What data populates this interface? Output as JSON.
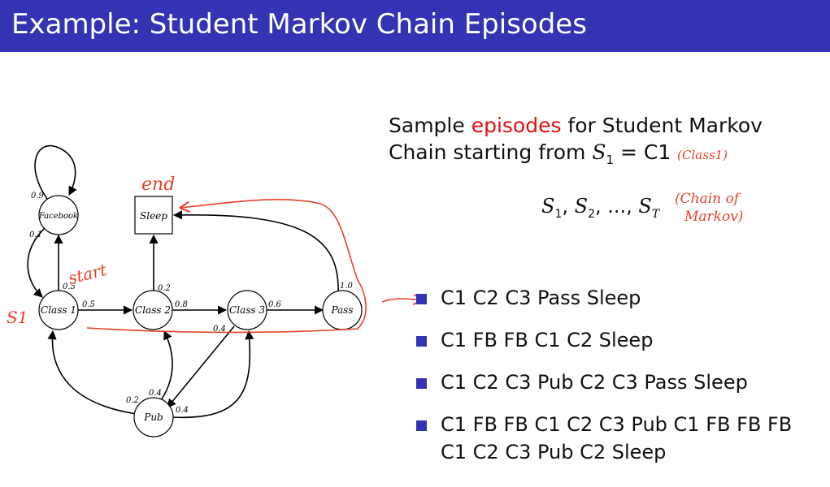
{
  "title": "Example: Student Markov Chain Episodes",
  "diagram": {
    "nodes": {
      "facebook": "Facebook",
      "sleep": "Sleep",
      "class1": "Class 1",
      "class2": "Class 2",
      "class3": "Class 3",
      "pass": "Pass",
      "pub": "Pub"
    },
    "probabilities": {
      "fb_self": "0.9",
      "fb_to_c1": "0.1",
      "c1_to_fb": "0.5",
      "c1_to_c2": "0.5",
      "c2_to_sleep": "0.2",
      "c2_to_c3": "0.8",
      "c3_to_pass": "0.6",
      "c3_to_pub": "0.4",
      "pass_to_sleep": "1.0",
      "pub_to_c1": "0.2",
      "pub_to_c2": "0.4",
      "pub_to_c3": "0.4"
    },
    "annotations": {
      "end": "end",
      "start": "start",
      "s1": "S1"
    }
  },
  "sample": {
    "prefix": "Sample ",
    "highlight": "episodes",
    "middle": " for Student Markov Chain starting from ",
    "state": "S",
    "state_sub": "1",
    "equals": " = C1",
    "handwritten_note": "(Class1)"
  },
  "sequence": {
    "text": "S",
    "items": [
      "1",
      "2",
      "T"
    ],
    "handwritten_note_line1": "(Chain of",
    "handwritten_note_line2": "Markov)"
  },
  "episodes": [
    "C1 C2 C3 Pass Sleep",
    "C1 FB FB C1 C2 Sleep",
    "C1 C2 C3 Pub C2 C3 Pass Sleep",
    "C1 FB FB C1 C2 C3 Pub C1 FB FB FB C1 C2 C3 Pub C2 Sleep"
  ],
  "colors": {
    "title_bar": "#3333b3",
    "highlight": "#e01010",
    "handwriting": "#e8402a",
    "bullet": "#3333b3"
  }
}
